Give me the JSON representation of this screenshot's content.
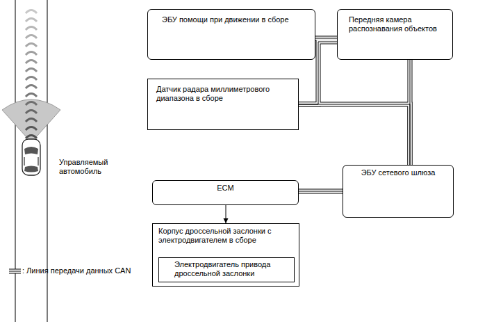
{
  "diagram": {
    "nodes": [
      {
        "text": [
          "ЭБУ помощи при движении в сборе"
        ]
      },
      {
        "text": [
          "Передняя камера распознавания объектов"
        ]
      },
      {
        "text": [
          "Датчик радара миллиметрового диапазона в сборе"
        ]
      },
      {
        "text": [
          "ЭБУ сетевого шлюза"
        ]
      },
      {
        "text": [
          "ECM"
        ]
      },
      {
        "text": [
          "Корпус дроссельной заслонки с электродвигателем в сборе"
        ]
      },
      {
        "text": [
          "Электродвигатель привода дроссельной заслонки"
        ],
        "in": 5
      }
    ],
    "edges": [
      {
        "from": 0,
        "to": 1,
        "arrow": "none"
      },
      {
        "from": 2,
        "to": 1,
        "arrow": "none"
      },
      {
        "from": 1,
        "to": 3,
        "arrow": "none"
      },
      {
        "from": 2,
        "to": 3,
        "arrow": "none"
      },
      {
        "from": 4,
        "to": 3,
        "arrow": "none"
      },
      {
        "from": 4,
        "to": 5,
        "arrow": "to"
      }
    ],
    "labels": [
      "Управляемый автомобиль"
    ],
    "legend": [
      {
        "text": ": Линия передачи данных CAN"
      }
    ]
  }
}
